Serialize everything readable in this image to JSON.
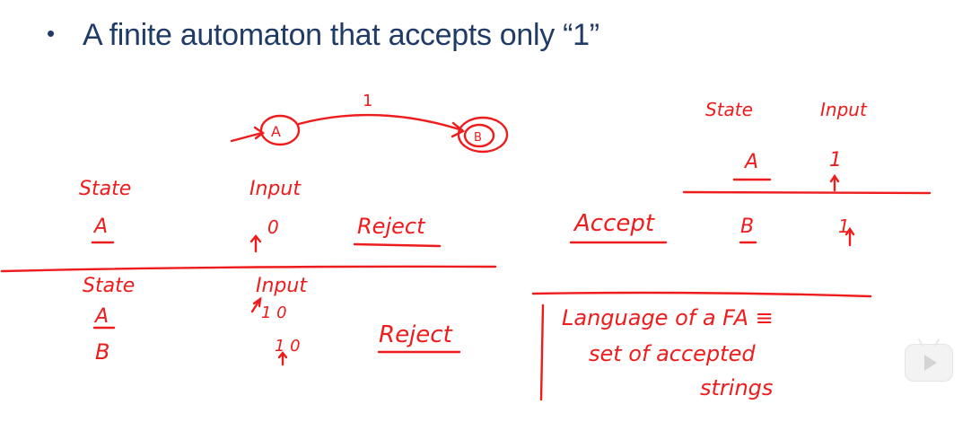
{
  "slide": {
    "bullet": "•",
    "title": "A finite automaton that accepts only “1”"
  },
  "automaton": {
    "states": [
      {
        "name": "A",
        "start": true,
        "accepting": false
      },
      {
        "name": "B",
        "start": false,
        "accepting": true
      }
    ],
    "transitions": [
      {
        "from": "A",
        "to": "B",
        "label": "1"
      }
    ]
  },
  "trace_reject_1": {
    "state_header": "State",
    "input_header": "Input",
    "state_value": "A",
    "input_value": "0",
    "result": "Reject"
  },
  "trace_reject_2": {
    "state_header": "State",
    "input_header": "Input",
    "rows": [
      {
        "state": "A",
        "input": "1 0"
      },
      {
        "state": "B",
        "input": "1 0"
      }
    ],
    "result": "Reject"
  },
  "trace_accept": {
    "state_header": "State",
    "input_header": "Input",
    "rows": [
      {
        "state": "A",
        "input": "1"
      },
      {
        "state": "B",
        "input": "1"
      }
    ],
    "result": "Accept"
  },
  "definition": {
    "line1": "Language of a FA ≡",
    "line2": "set of accepted",
    "line3": "strings"
  },
  "colors": {
    "ink": "#ee1c1c",
    "title": "#1f3b66"
  }
}
